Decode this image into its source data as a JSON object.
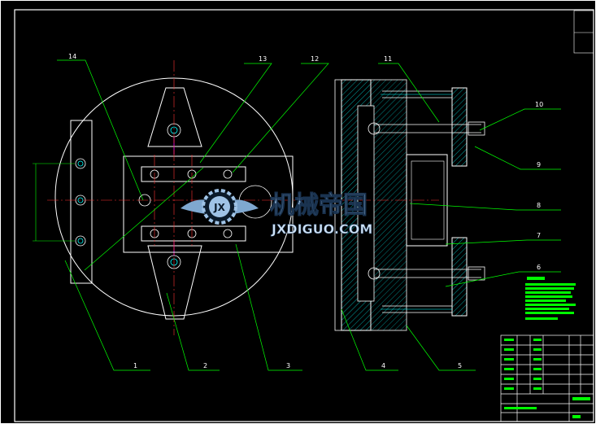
{
  "callouts": [
    {
      "id": "c1",
      "text": "1"
    },
    {
      "id": "c2",
      "text": "2"
    },
    {
      "id": "c3",
      "text": "3"
    },
    {
      "id": "c4",
      "text": "4"
    },
    {
      "id": "c5",
      "text": "5"
    },
    {
      "id": "c6",
      "text": "6"
    },
    {
      "id": "c7",
      "text": "7"
    },
    {
      "id": "c8",
      "text": "8"
    },
    {
      "id": "c9",
      "text": "9"
    },
    {
      "id": "c10",
      "text": "10"
    },
    {
      "id": "c11",
      "text": "11"
    },
    {
      "id": "c12",
      "text": "12"
    },
    {
      "id": "c13",
      "text": "13"
    },
    {
      "id": "c14",
      "text": "14"
    }
  ],
  "watermark": {
    "cn": "机械帝国",
    "en": "JXDIGUO.COM",
    "logo_letters": "JX"
  },
  "colors": {
    "background": "#000000",
    "frame": "#ffffff",
    "outline": "#ffffff",
    "leader": "#00ff00",
    "centerline": "#ff3333",
    "bolt": "#00ffff",
    "hatch": "#00cccc",
    "notes": "#00ff00",
    "watermark": "#9fc3e6"
  }
}
